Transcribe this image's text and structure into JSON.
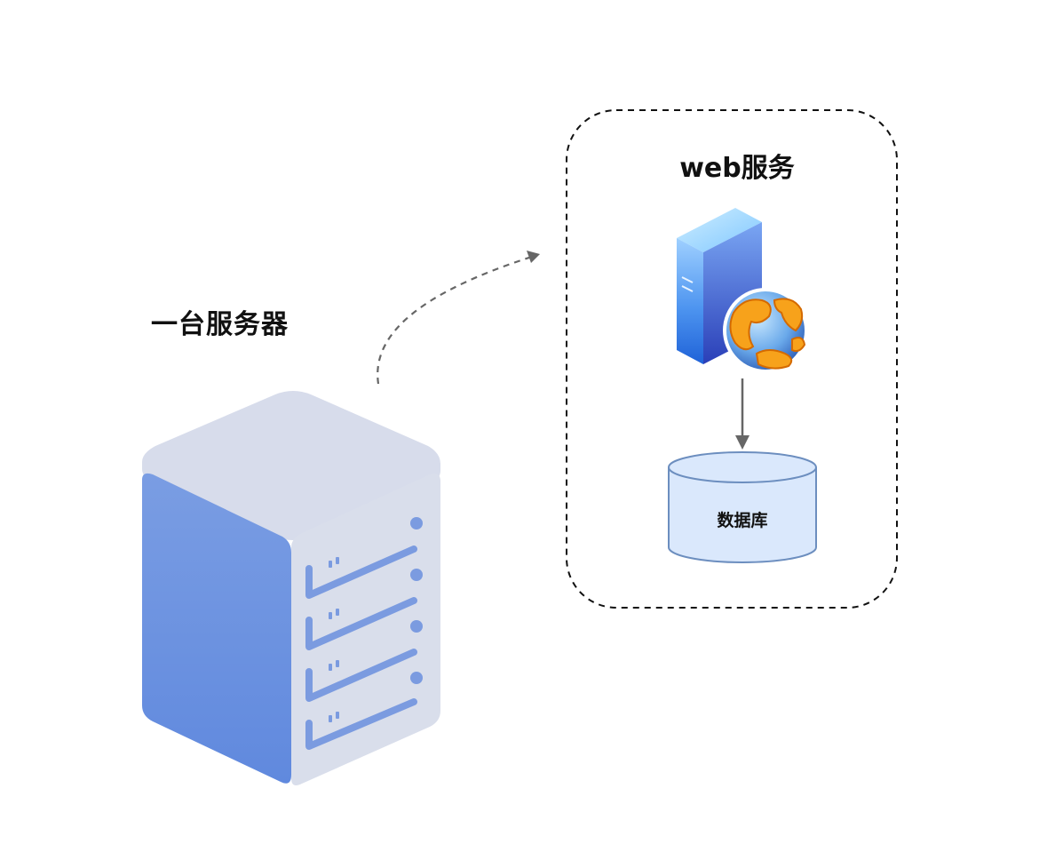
{
  "server": {
    "label": "一台服务器",
    "icon": "server-rack-icon"
  },
  "web_service": {
    "label": "web服务",
    "icon": "web-server-globe-icon"
  },
  "database": {
    "label": "数据库",
    "icon": "database-cylinder-icon"
  },
  "colors": {
    "server_side": "#6f95e1",
    "server_top": "#d6dcec",
    "server_front": "#d9deeb",
    "server_slot": "#7b9be0",
    "db_fill": "#dae8fc",
    "db_stroke": "#6c8ebf",
    "arrow": "#666666",
    "border": "#111111"
  }
}
